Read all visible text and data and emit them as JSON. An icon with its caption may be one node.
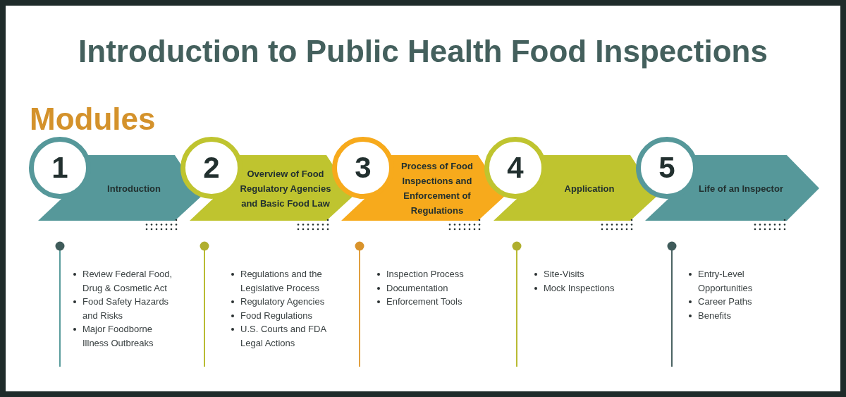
{
  "diagram": {
    "title": "Introduction to Public Health Food Inspections",
    "nodes": [
      {
        "text": [
          "1"
        ]
      },
      {
        "text": [
          "Introduction"
        ]
      },
      {
        "text": [
          "2"
        ]
      },
      {
        "text": [
          "Overview of Food Regulatory Agencies and Basic Food Law"
        ]
      },
      {
        "text": [
          "3"
        ]
      },
      {
        "text": [
          "Process of Food Inspections and Enforcement of Regulations"
        ]
      },
      {
        "text": [
          "4"
        ]
      },
      {
        "text": [
          "Application"
        ]
      },
      {
        "text": [
          "5"
        ]
      },
      {
        "text": [
          "Life of an Inspector"
        ]
      }
    ],
    "labels": [
      "Modules",
      "Review Federal Food, Drug & Cosmetic Act",
      "Food Safety Hazards and Risks",
      "Major Foodborne Illness Outbreaks",
      "Regulations and the Legislative Process",
      "Regulatory Agencies",
      "Food Regulations",
      "U.S. Courts and FDA Legal Actions",
      "Inspection Process",
      "Documentation",
      "Enforcement Tools",
      "Site-Visits",
      "Mock Inspections",
      "Entry-Level Opportunities",
      "Career Paths",
      "Benefits"
    ]
  }
}
